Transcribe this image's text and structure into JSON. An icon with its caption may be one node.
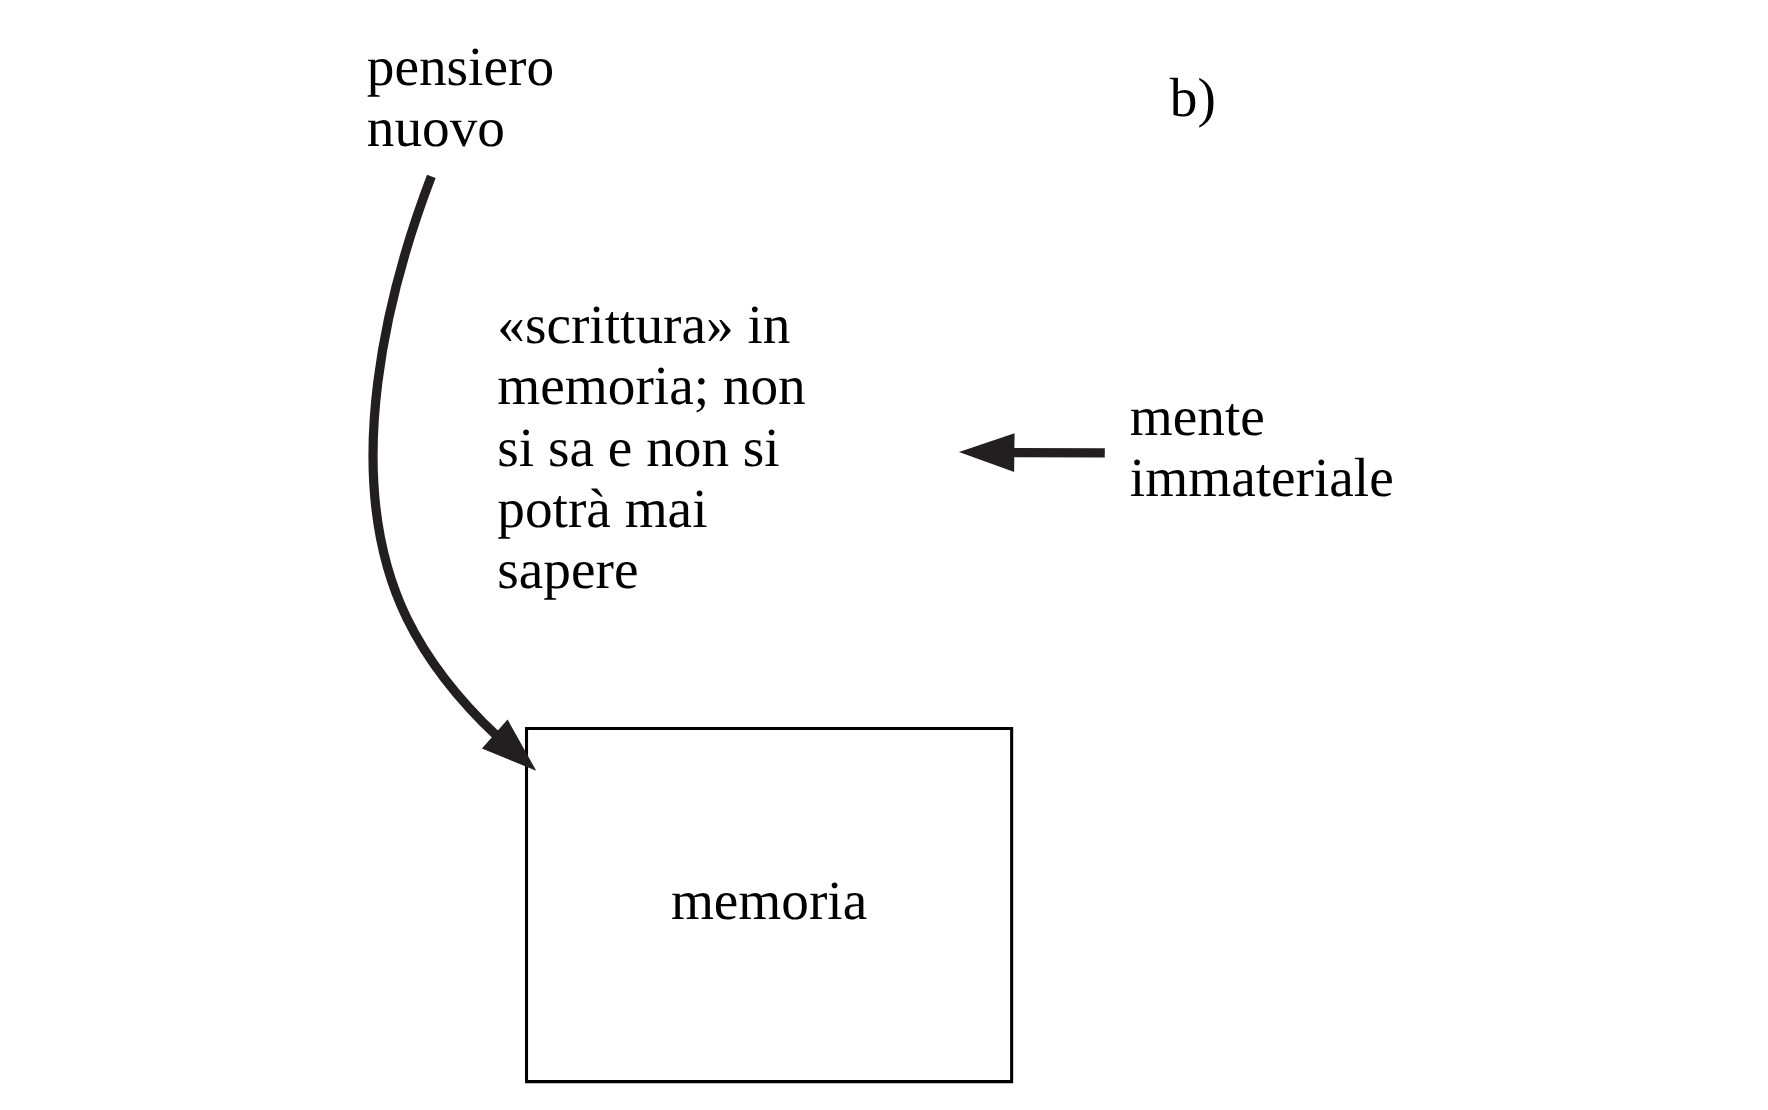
{
  "diagram": {
    "nodes": [
      {
        "text": [
          "pensiero nuovo"
        ]
      },
      {
        "text": [
          "memoria"
        ]
      },
      {
        "text": [
          "mente immateriale"
        ]
      }
    ],
    "edges": [
      {
        "from": 0,
        "to": 1,
        "arrow": "to"
      },
      {
        "from": 2,
        "to": null,
        "arrow": "to"
      }
    ],
    "labels": [
      "«scrittura» in memoria; non si sa e non si potrà mai sapere",
      "b)"
    ]
  }
}
